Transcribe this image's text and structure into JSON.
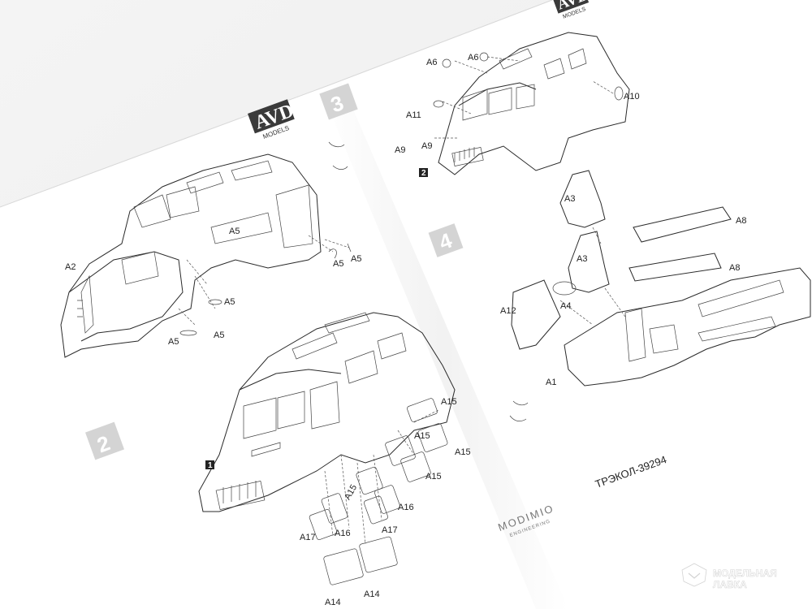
{
  "brand": {
    "logo_text": "AVD",
    "logo_sub": "MODELS"
  },
  "steps": [
    {
      "number": "3",
      "sub_badge": "2",
      "labels": [
        "A6",
        "A6",
        "A11",
        "A9",
        "A9",
        "A10"
      ]
    },
    {
      "number": "2",
      "sub_badge": "1",
      "labels": [
        "A15",
        "A15",
        "A15",
        "A15",
        "A15",
        "A16",
        "A16",
        "A17",
        "A17",
        "A14",
        "A14"
      ]
    },
    {
      "number": "4",
      "labels": [
        "A3",
        "A3",
        "A8",
        "A8",
        "A12",
        "A4",
        "A1"
      ]
    }
  ],
  "left_page": {
    "labels": [
      "A2",
      "A5",
      "A5",
      "A5",
      "A5",
      "A5",
      "A5"
    ]
  },
  "model_name": "ТРЭКОЛ-39294",
  "engineering": {
    "name": "MODIMIO",
    "sub": "ENGINEERING"
  },
  "watermark": {
    "line1": "МОДЕЛЬНАЯ",
    "line2": "ЛАВКА"
  }
}
